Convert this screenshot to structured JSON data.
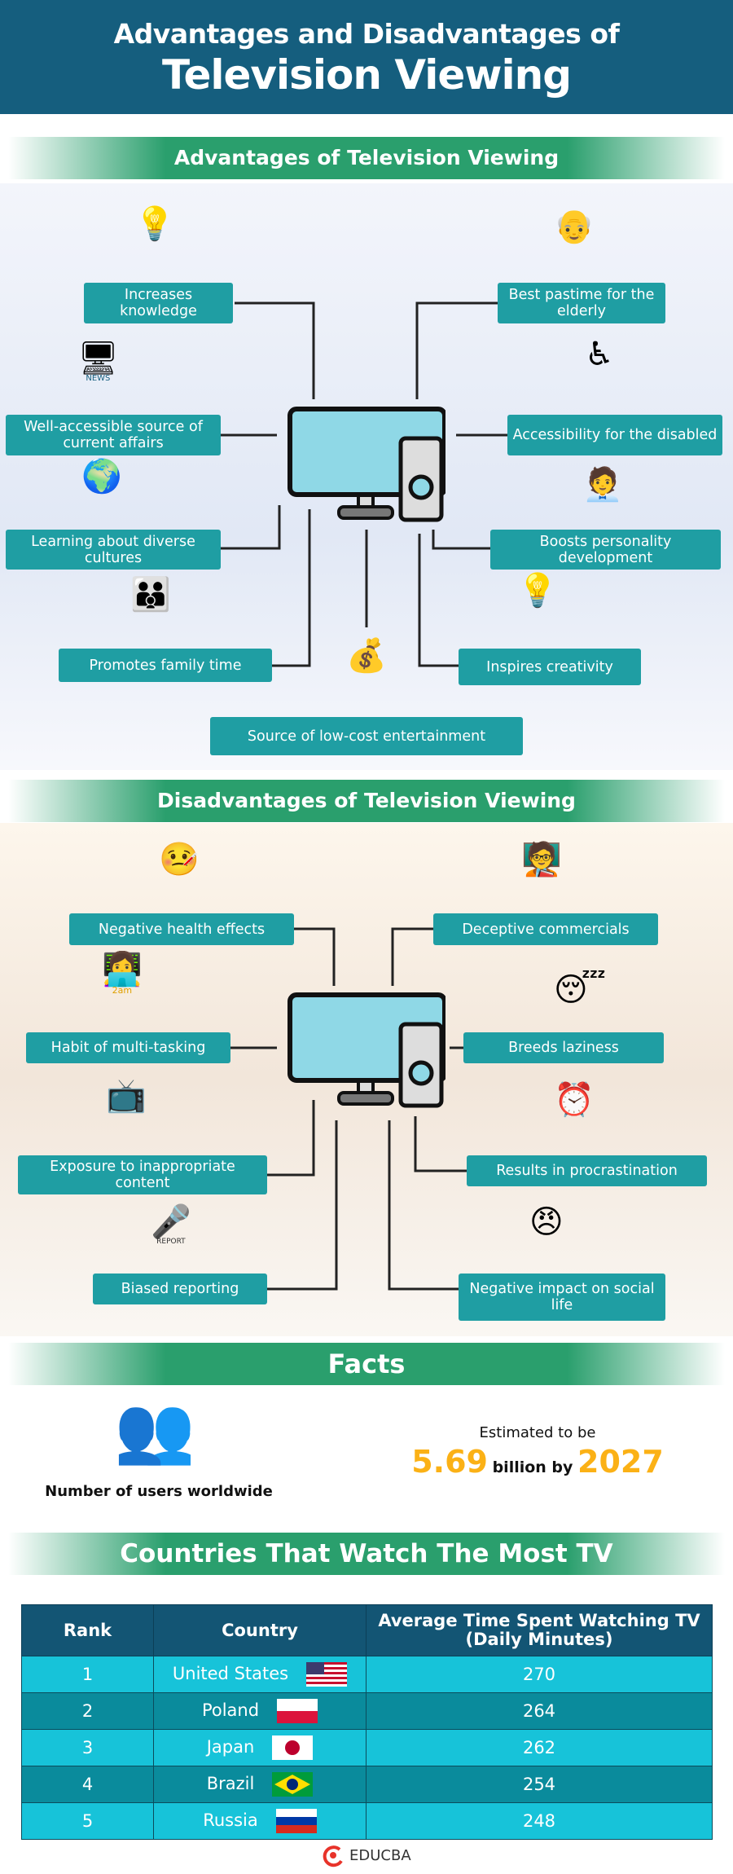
{
  "header": {
    "line1": "Advantages and Disadvantages of",
    "line2": "Television Viewing"
  },
  "advantages": {
    "title": "Advantages of Television Viewing",
    "items": [
      "Increases knowledge",
      "Best pastime for the elderly",
      "Well-accessible source of current affairs",
      "Accessibility for the disabled",
      "Learning about diverse cultures",
      "Boosts personality development",
      "Promotes family time",
      "Inspires creativity",
      "Source of low-cost entertainment"
    ]
  },
  "disadvantages": {
    "title": "Disadvantages of Television Viewing",
    "items": [
      "Negative health effects",
      "Deceptive commercials",
      "Habit of multi-tasking",
      "Breeds laziness",
      "Exposure to inappropriate content",
      "Results in procrastination",
      "Biased reporting",
      "Negative impact on social life"
    ]
  },
  "icons": {
    "news_badge": "NEWS",
    "time_badge": "2am",
    "report_badge": "REPORT"
  },
  "facts": {
    "title": "Facts",
    "users_label": "Number of users worldwide",
    "estimate_prefix": "Estimated to be",
    "value": "5.69",
    "unit": "billion by",
    "year": "2027",
    "highlight_color": "#fbb116"
  },
  "countries": {
    "title": "Countries That Watch The Most TV",
    "columns": [
      "Rank",
      "Country",
      "Average Time Spent Watching TV (Daily Minutes)"
    ],
    "rows": [
      {
        "rank": "1",
        "country": "United States",
        "minutes": "270",
        "flag": "us-flag"
      },
      {
        "rank": "2",
        "country": "Poland",
        "minutes": "264",
        "flag": "poland-flag"
      },
      {
        "rank": "3",
        "country": "Japan",
        "minutes": "262",
        "flag": "japan-flag"
      },
      {
        "rank": "4",
        "country": "Brazil",
        "minutes": "254",
        "flag": "brazil-flag"
      },
      {
        "rank": "5",
        "country": "Russia",
        "minutes": "248",
        "flag": "russia-flag"
      }
    ]
  },
  "footer": {
    "brand": "EDUCBA"
  },
  "colors": {
    "header": "#155e7e",
    "banner": "#2a9f6d",
    "label": "#1f9ea3",
    "table_header": "#135574",
    "row_light": "#17c3d9",
    "row_dark": "#0a8b9c"
  }
}
